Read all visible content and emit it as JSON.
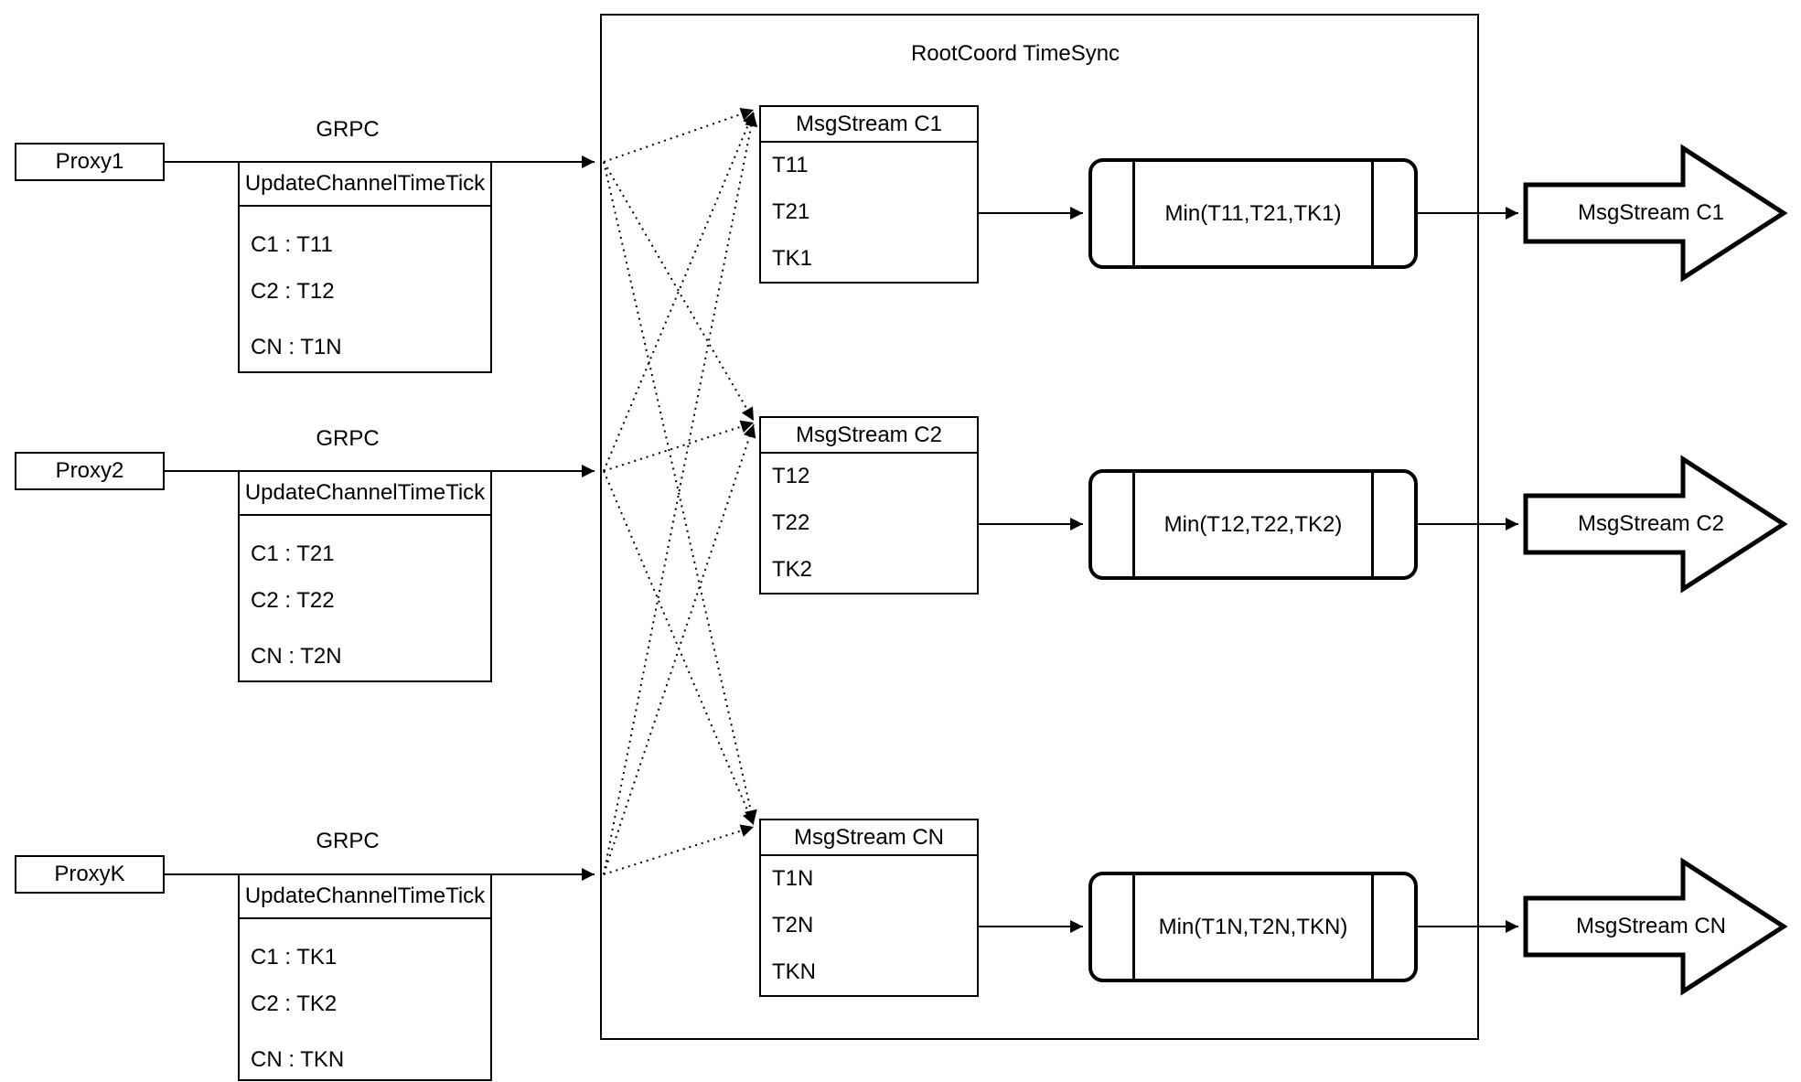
{
  "diagram": {
    "title": "RootCoord TimeSync",
    "grpc_label": "GRPC",
    "proxies": [
      {
        "name": "Proxy1",
        "table_header": "UpdateChannelTimeTick",
        "rows": [
          "C1 : T11",
          "C2 : T12",
          "CN : T1N"
        ]
      },
      {
        "name": "Proxy2",
        "table_header": "UpdateChannelTimeTick",
        "rows": [
          "C1 : T21",
          "C2 : T22",
          "CN : T2N"
        ]
      },
      {
        "name": "ProxyK",
        "table_header": "UpdateChannelTimeTick",
        "rows": [
          "C1 : TK1",
          "C2 : TK2",
          "CN : TKN"
        ]
      }
    ],
    "channels": [
      {
        "stream_header": "MsgStream C1",
        "ticks": [
          "T11",
          "T21",
          "TK1"
        ],
        "min_label": "Min(T11,T21,TK1)",
        "output_label": "MsgStream C1"
      },
      {
        "stream_header": "MsgStream C2",
        "ticks": [
          "T12",
          "T22",
          "TK2"
        ],
        "min_label": "Min(T12,T22,TK2)",
        "output_label": "MsgStream C2"
      },
      {
        "stream_header": "MsgStream CN",
        "ticks": [
          "T1N",
          "T2N",
          "TKN"
        ],
        "min_label": "Min(T1N,T2N,TKN)",
        "output_label": "MsgStream CN"
      }
    ],
    "colors": {
      "stroke": "#000000",
      "background": "#ffffff"
    }
  }
}
